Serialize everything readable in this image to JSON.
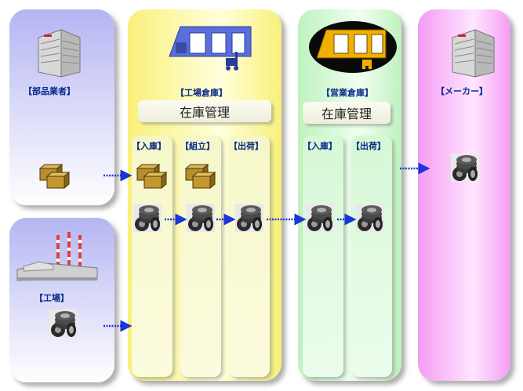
{
  "supplier_label": "【部品業者】",
  "factory_label": "【工場】",
  "factory_warehouse": {
    "label": "【工場倉庫】",
    "inventory": "在庫管理",
    "stages": [
      "【入庫】",
      "【組立】",
      "【出荷】"
    ]
  },
  "sales_warehouse": {
    "label": "【営業倉庫】",
    "inventory": "在庫管理",
    "stages": [
      "【入庫】",
      "【出荷】"
    ]
  },
  "maker_label": "【メーカー】"
}
